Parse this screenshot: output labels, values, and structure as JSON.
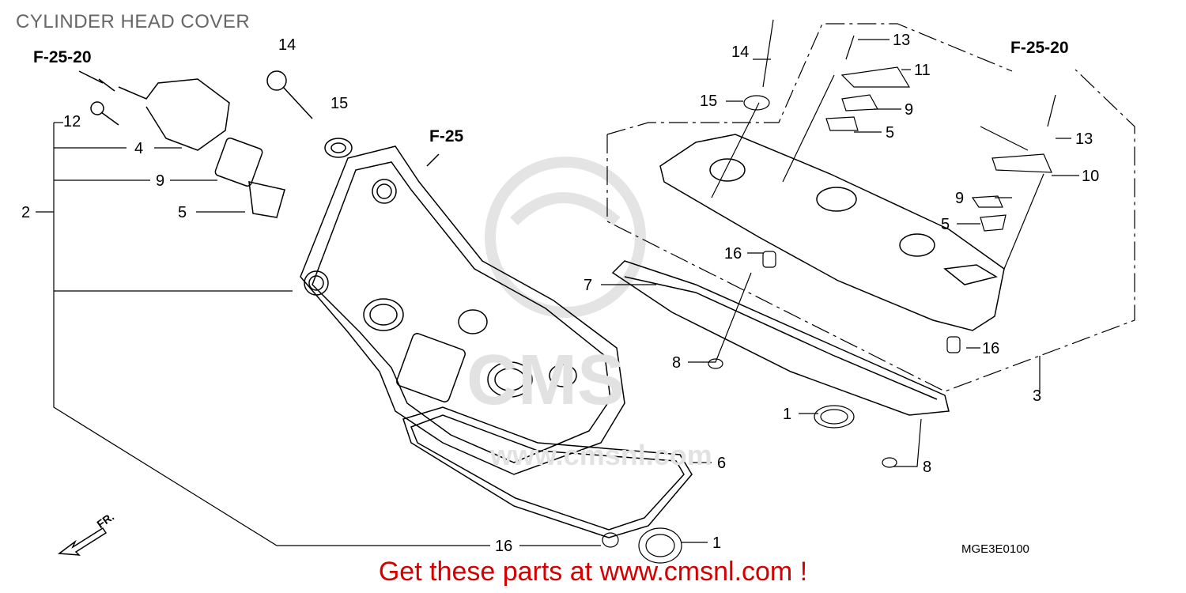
{
  "title": "CYLINDER HEAD COVER",
  "diagram_code": "MGE3E0100",
  "promo_text": "Get these parts at www.cmsnl.com !",
  "watermark": {
    "logo": "CMS",
    "url": "www.cmsnl.com"
  },
  "front_marker": "FR.",
  "references": {
    "left": "F-25-20",
    "center": "F-25",
    "right": "F-25-20"
  },
  "callouts": {
    "c14a": "14",
    "c15a": "15",
    "c12": "12",
    "c4": "4",
    "c9a": "9",
    "c2": "2",
    "c5a": "5",
    "c14b": "14",
    "c13a": "13",
    "c11": "11",
    "c15b": "15",
    "c9b": "9",
    "c5b": "5",
    "c13b": "13",
    "c10": "10",
    "c9c": "9",
    "c5c": "5",
    "c16a": "16",
    "c7": "7",
    "c16b": "16",
    "c8a": "8",
    "c3": "3",
    "c1a": "1",
    "c6": "6",
    "c8b": "8",
    "c16c": "16",
    "c1b": "1"
  }
}
